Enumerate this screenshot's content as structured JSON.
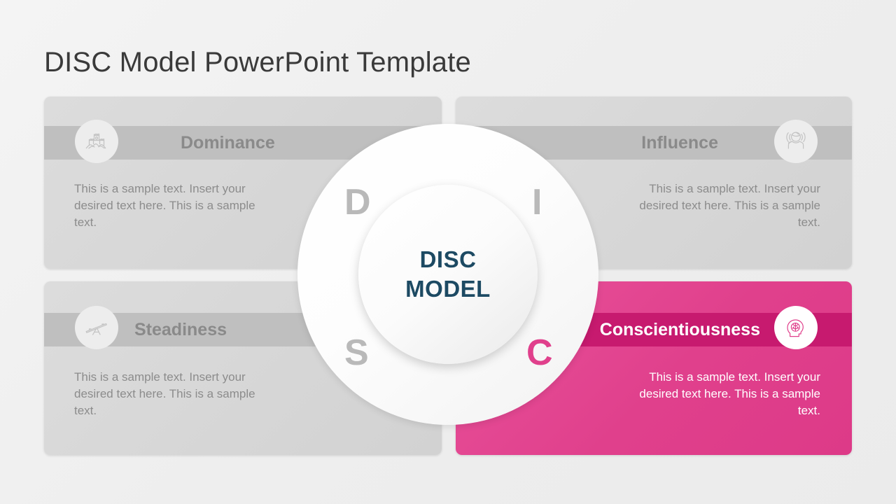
{
  "slide": {
    "title": "DISC Model PowerPoint Template"
  },
  "center": {
    "line1": "DISC",
    "line2": "MODEL"
  },
  "colors": {
    "accent_pink": "#e0408c",
    "accent_pink_dark": "#c71a6f",
    "center_navy": "#1d4a63",
    "card_gray": "#d8d8d8",
    "band_gray": "#bfbfbf",
    "background": "#f0f0f0"
  },
  "quadrants": [
    {
      "key": "dominance",
      "letter": "D",
      "heading": "Dominance",
      "body": "This is a sample text. Insert your desired text here. This is a sample text.",
      "icon": "castle-icon"
    },
    {
      "key": "influence",
      "letter": "I",
      "heading": "Influence",
      "body": "This is a sample text. Insert your desired text here. This is a sample text.",
      "icon": "person-speaking-icon"
    },
    {
      "key": "steadiness",
      "letter": "S",
      "heading": "Steadiness",
      "body": "This is a sample text. Insert your desired text here. This is a sample text.",
      "icon": "seesaw-balance-icon"
    },
    {
      "key": "conscientiousness",
      "letter": "C",
      "heading": "Conscientiousness",
      "body": "This is a sample text. Insert your desired text here. This is a sample text.",
      "icon": "head-brain-icon"
    }
  ]
}
